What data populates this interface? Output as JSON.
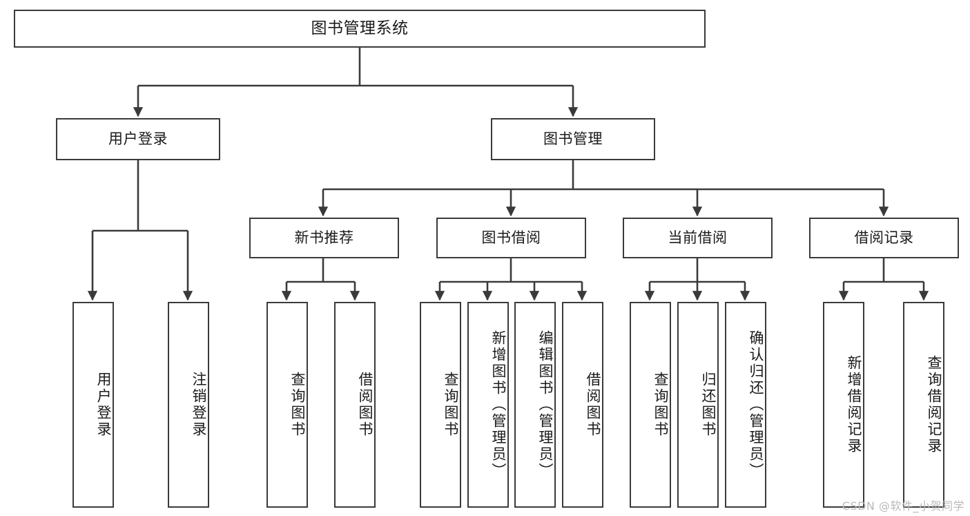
{
  "diagram": {
    "title": "图书管理系统",
    "type": "tree",
    "watermark": "CSDN @软件_小贺同学",
    "colors": {
      "box_border": "#3a3a3a",
      "box_fill": "#ffffff",
      "connector": "#3a3a3a",
      "text": "#1a1a1a",
      "watermark": "#b9b9b9"
    },
    "root": {
      "label": "图书管理系统"
    },
    "level2": [
      {
        "label": "用户登录"
      },
      {
        "label": "图书管理"
      }
    ],
    "level3": [
      {
        "label": "新书推荐"
      },
      {
        "label": "图书借阅"
      },
      {
        "label": "当前借阅"
      },
      {
        "label": "借阅记录"
      }
    ],
    "leaves": {
      "user_login": [
        {
          "label": "用户登录"
        },
        {
          "label": "注销登录"
        }
      ],
      "new_book_recommend": [
        {
          "label": "查询图书"
        },
        {
          "label": "借阅图书"
        }
      ],
      "book_borrow": [
        {
          "label": "查询图书"
        },
        {
          "label": "新增图书（管理员）"
        },
        {
          "label": "编辑图书（管理员）"
        },
        {
          "label": "借阅图书"
        }
      ],
      "current_borrow": [
        {
          "label": "查询图书"
        },
        {
          "label": "归还图书"
        },
        {
          "label": "确认归还（管理员）"
        }
      ],
      "borrow_record": [
        {
          "label": "新增借阅记录"
        },
        {
          "label": "查询借阅记录"
        }
      ]
    }
  }
}
